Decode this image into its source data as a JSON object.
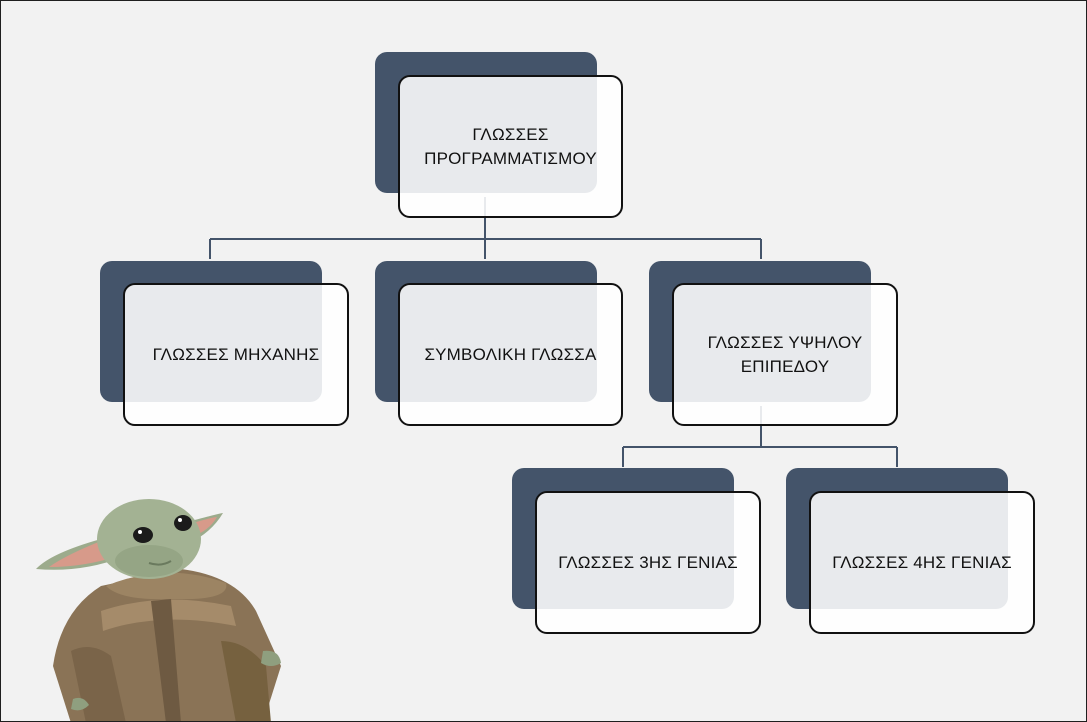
{
  "diagram": {
    "root": {
      "label": "ΓΛΩΣΣΕΣ ΠΡΟΓΡΑΜΜΑΤΙΣΜΟΥ"
    },
    "children": [
      {
        "label": "ΓΛΩΣΣΕΣ ΜΗΧΑΝΗΣ"
      },
      {
        "label": "ΣΥΜΒΟΛΙΚΗ ΓΛΩΣΣΑ"
      },
      {
        "label": "ΓΛΩΣΣΕΣ ΥΨΗΛΟΥ ΕΠΙΠΕΔΟΥ"
      }
    ],
    "grandchildren": [
      {
        "label": "ΓΛΩΣΣΕΣ 3ΗΣ ΓΕΝΙΑΣ"
      },
      {
        "label": "ΓΛΩΣΣΕΣ 4ΗΣ ΓΕΝΙΑΣ"
      }
    ]
  },
  "colors": {
    "background": "#f2f2f2",
    "box_back": "#44546a",
    "connector": "#44546a",
    "box_border": "#111111"
  },
  "decoration": {
    "image": "baby-yoda-figure"
  }
}
